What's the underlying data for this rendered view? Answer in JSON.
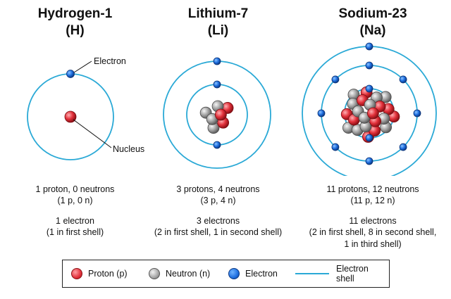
{
  "colors": {
    "shell": "#2aa9d6",
    "proton": "#e2313b",
    "neutron": "#a5a5a5",
    "electron": "#1f6fe0"
  },
  "atoms": [
    {
      "name": "Hydrogen-1",
      "symbol": "(H)",
      "protons": 1,
      "neutrons": 0,
      "shell_electrons": [
        1
      ],
      "composition": "1 proton, 0 neutrons",
      "composition_short": "(1 p, 0 n)",
      "electron_count": "1 electron",
      "electron_detail": [
        "(1 in first shell)"
      ],
      "labels": {
        "electron": "Electron",
        "nucleus": "Nucleus"
      }
    },
    {
      "name": "Lithium-7",
      "symbol": "(Li)",
      "protons": 3,
      "neutrons": 4,
      "shell_electrons": [
        2,
        1
      ],
      "composition": "3 protons, 4 neutrons",
      "composition_short": "(3 p, 4 n)",
      "electron_count": "3 electrons",
      "electron_detail": [
        "(2 in first shell, 1 in second shell)"
      ]
    },
    {
      "name": "Sodium-23",
      "symbol": "(Na)",
      "protons": 11,
      "neutrons": 12,
      "shell_electrons": [
        2,
        8,
        1
      ],
      "composition": "11 protons, 12 neutrons",
      "composition_short": "(11 p, 12 n)",
      "electron_count": "11 electrons",
      "electron_detail": [
        "(2 in first shell, 8 in second shell,",
        "1 in third shell)"
      ]
    }
  ],
  "legend": {
    "proton": "Proton (p)",
    "neutron": "Neutron (n)",
    "electron": "Electron",
    "shell": "Electron shell"
  }
}
